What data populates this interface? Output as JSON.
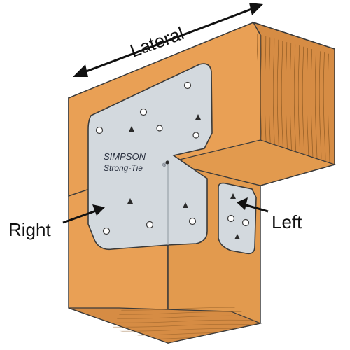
{
  "labels": {
    "lateral": "Lateral",
    "right": "Right",
    "left": "Left"
  },
  "brand": {
    "line1": "SIMPSON",
    "line2": "Strong-Tie",
    "mark": "®"
  },
  "colors": {
    "wood": "#e9a055",
    "wood_dark": "#c97e38",
    "grain": "#8a5620",
    "metal": "#d3d9de",
    "metal_shade": "#b7bec5",
    "outline": "#3a3a3a",
    "arrow": "#111111"
  }
}
